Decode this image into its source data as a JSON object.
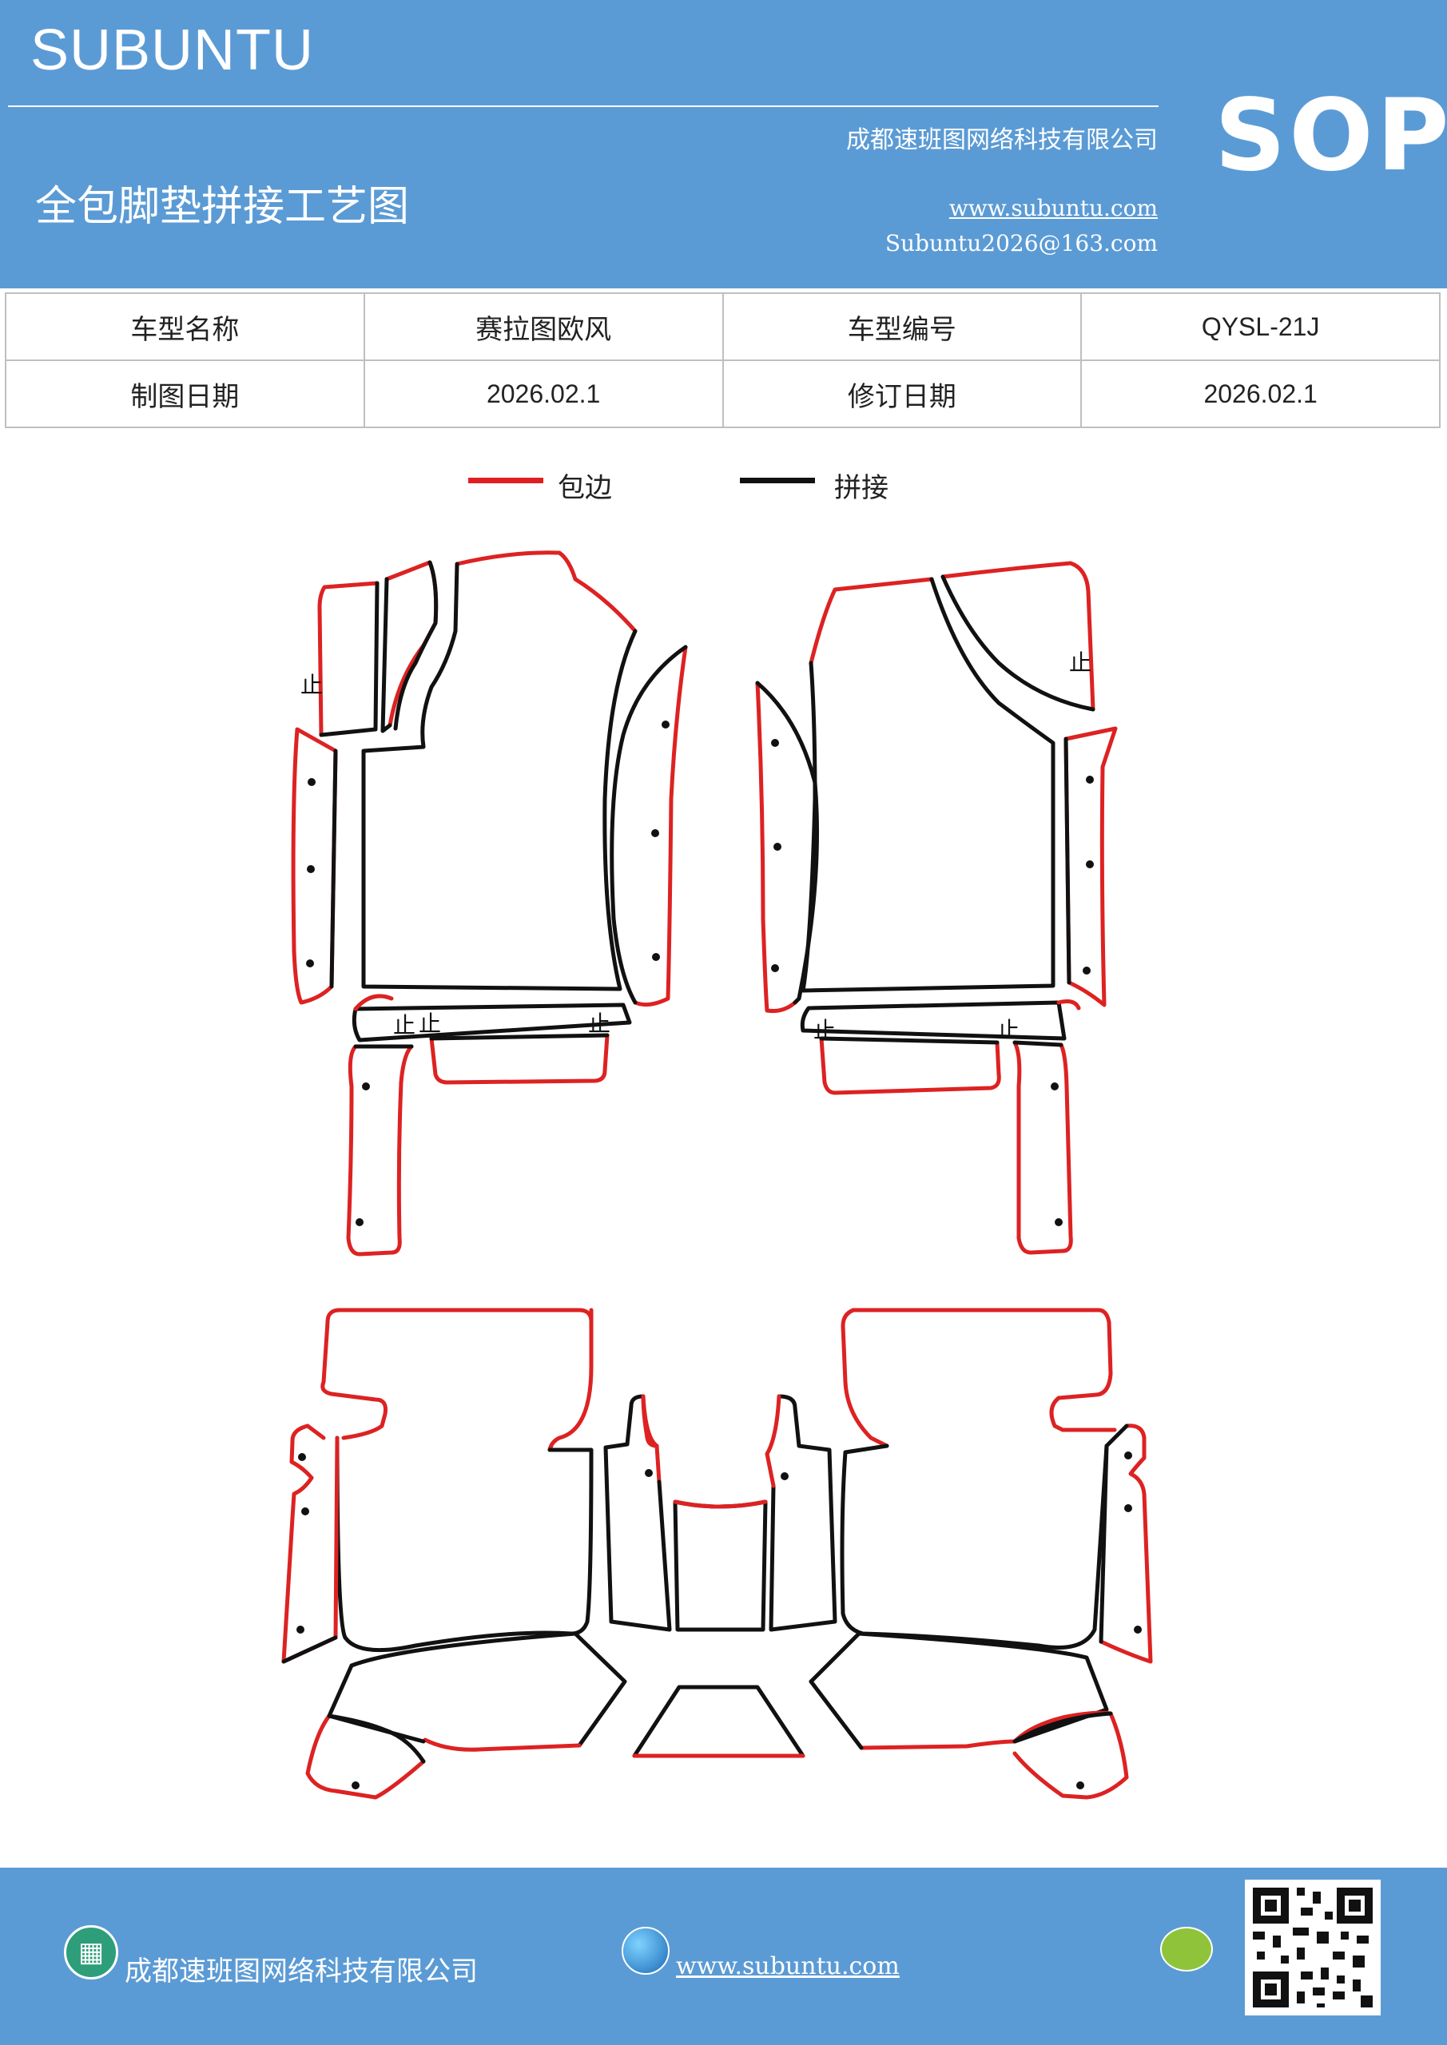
{
  "header": {
    "brand": "SUBUNTU",
    "badge": "SOP",
    "company": "成都速班图网络科技有限公司",
    "title": "全包脚垫拼接工艺图",
    "website": "www.subuntu.com",
    "email": "Subuntu2026@163.com"
  },
  "info": {
    "model_name_label": "车型名称",
    "model_name": "赛拉图欧风",
    "model_code_label": "车型编号",
    "model_code": "QYSL-21J",
    "draw_date_label": "制图日期",
    "draw_date": "2026.02.1",
    "revise_date_label": "修订日期",
    "revise_date": "2026.02.1"
  },
  "legend": {
    "edge_label": "包边",
    "edge_color": "#e02020",
    "join_label": "拼接",
    "join_color": "#111111"
  },
  "marks": {
    "stop": "止"
  },
  "footer": {
    "company": "成都速班图网络科技有限公司",
    "website": "www.subuntu.com"
  },
  "icons": [
    "building-icon",
    "globe-icon",
    "wechat-icon",
    "qr-code-icon"
  ]
}
